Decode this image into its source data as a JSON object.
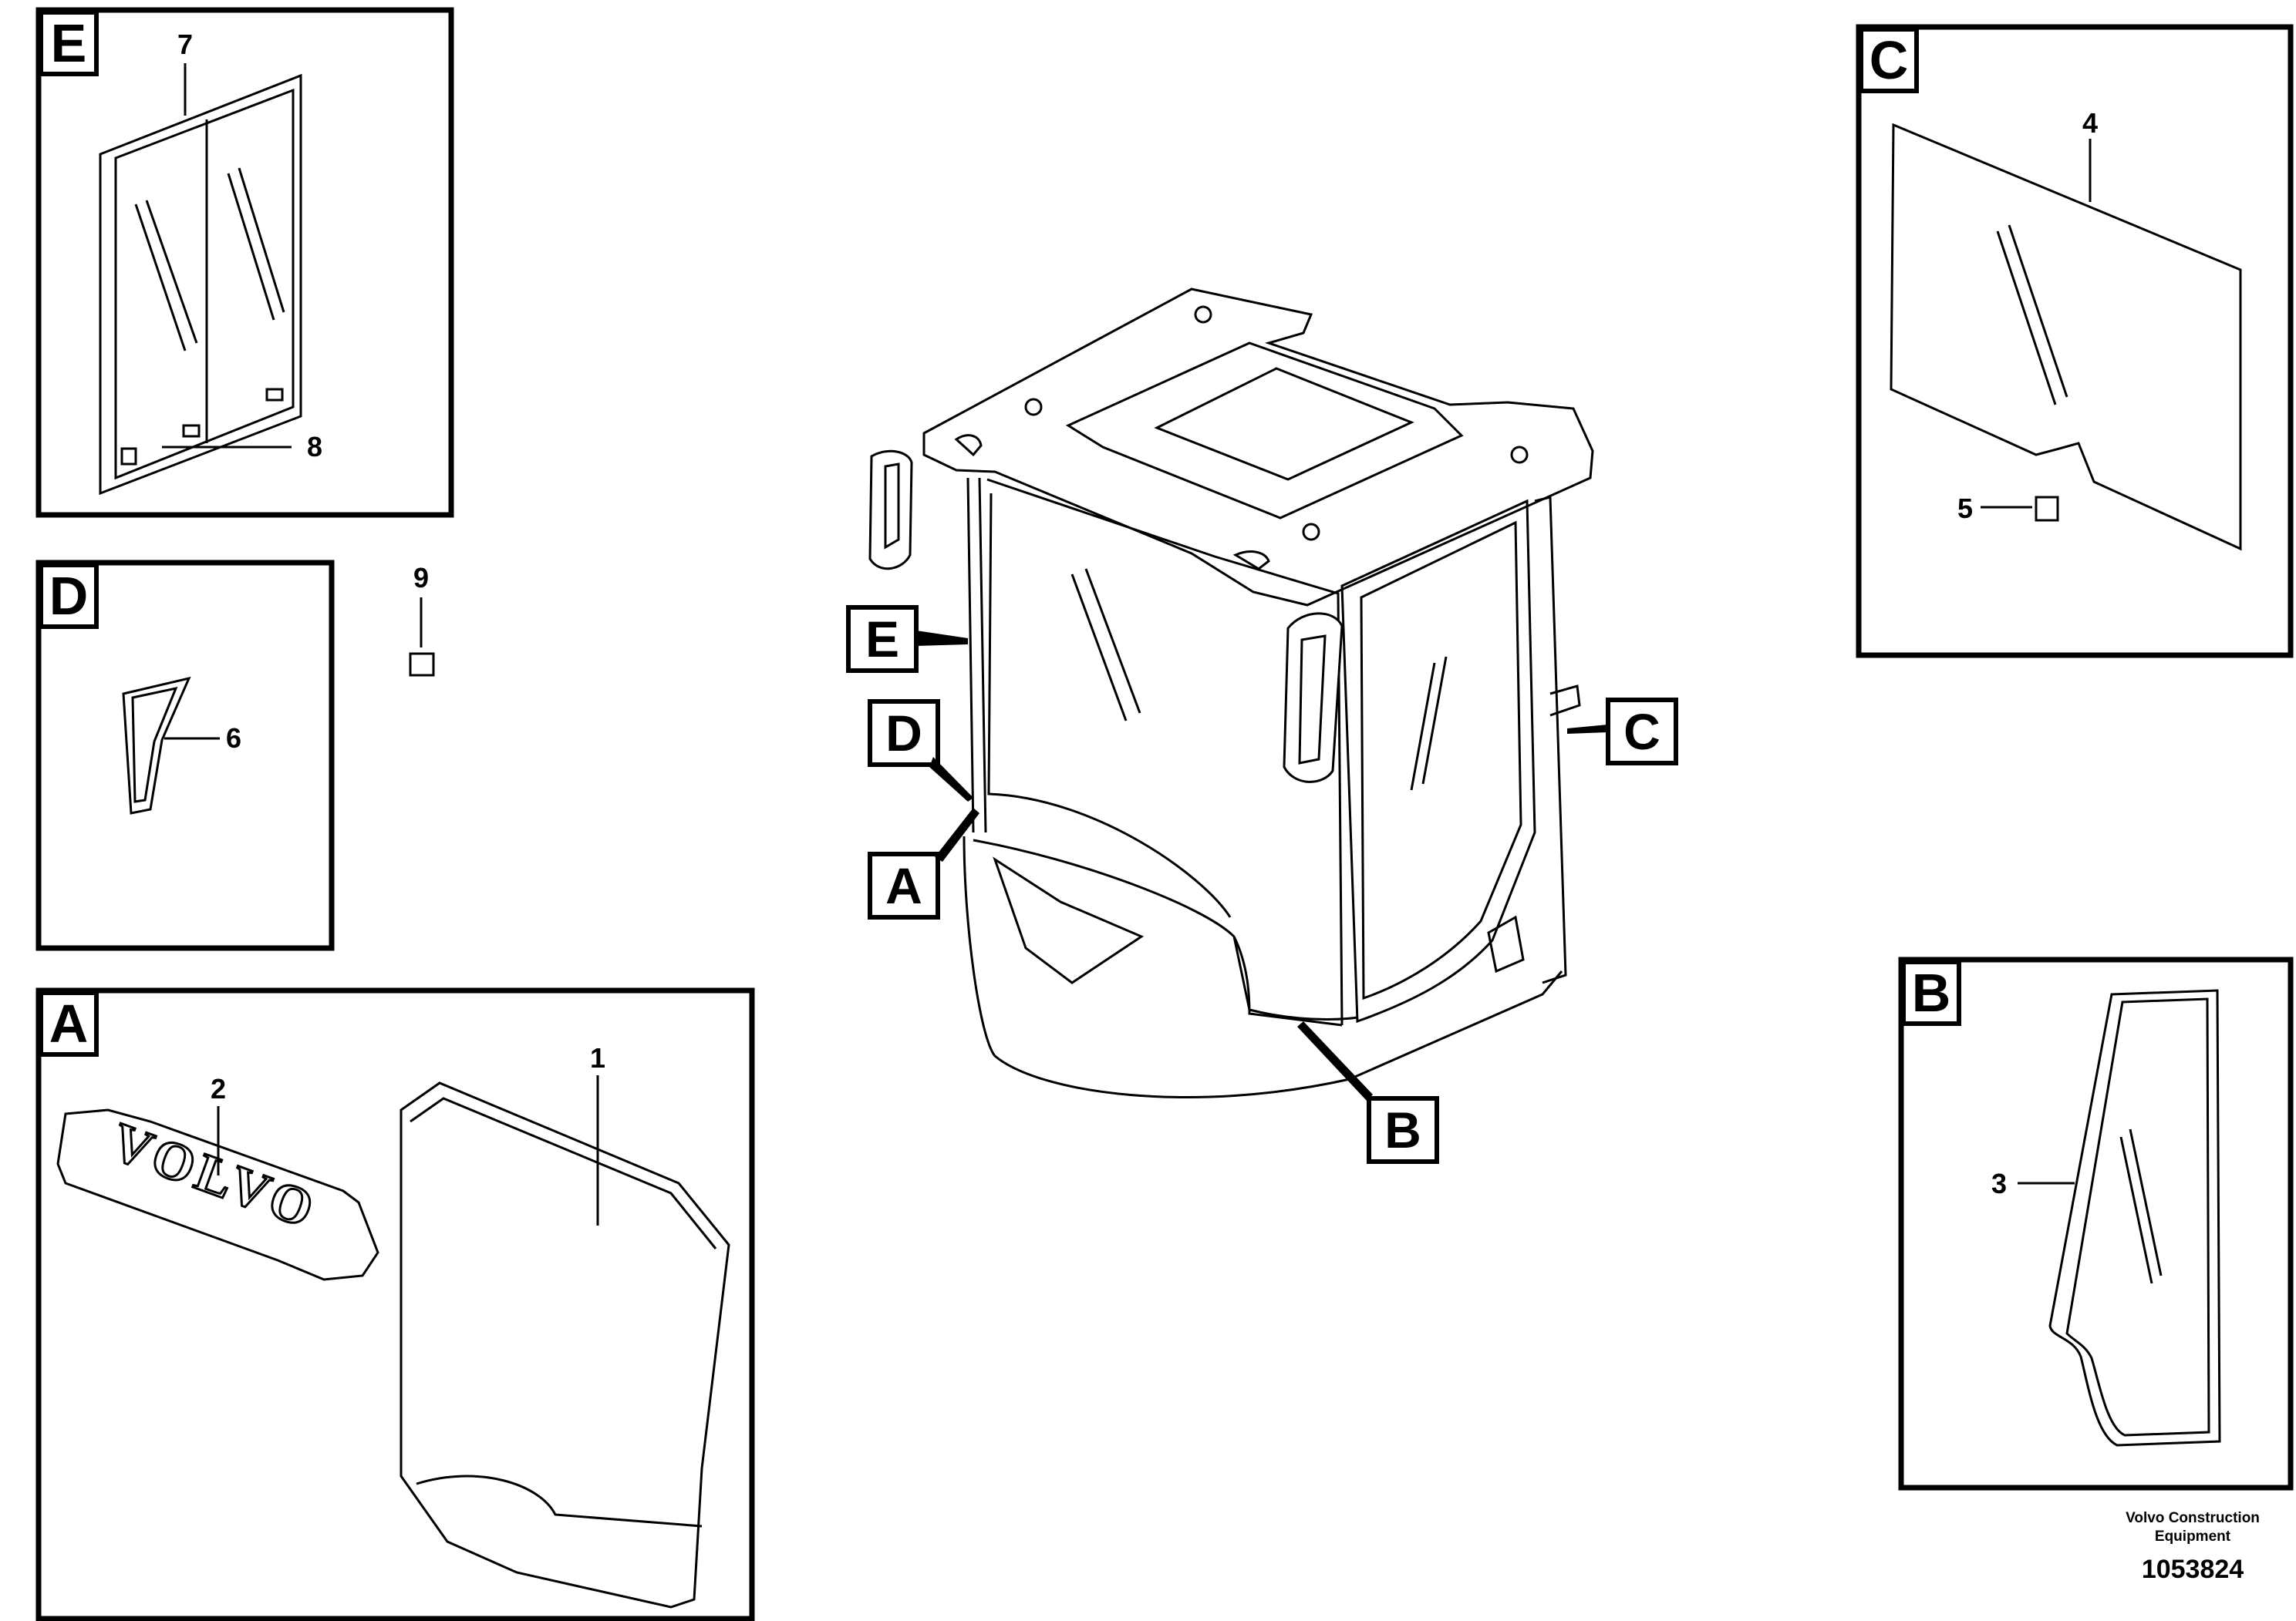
{
  "panels": {
    "E": {
      "letter": "E",
      "parts": [
        "7",
        "8"
      ]
    },
    "D": {
      "letter": "D",
      "parts": [
        "6"
      ]
    },
    "A": {
      "letter": "A",
      "parts": [
        "1",
        "2"
      ],
      "logo_text": "VOLVO"
    },
    "C": {
      "letter": "C",
      "parts": [
        "4",
        "5"
      ]
    },
    "B": {
      "letter": "B",
      "parts": [
        "3"
      ]
    }
  },
  "loose_part": "9",
  "cab_callouts": {
    "E": "E",
    "D": "D",
    "A": "A",
    "C": "C",
    "B": "B"
  },
  "footer": {
    "company_line1": "Volvo Construction",
    "company_line2": "Equipment",
    "drawing_number": "1053824"
  }
}
